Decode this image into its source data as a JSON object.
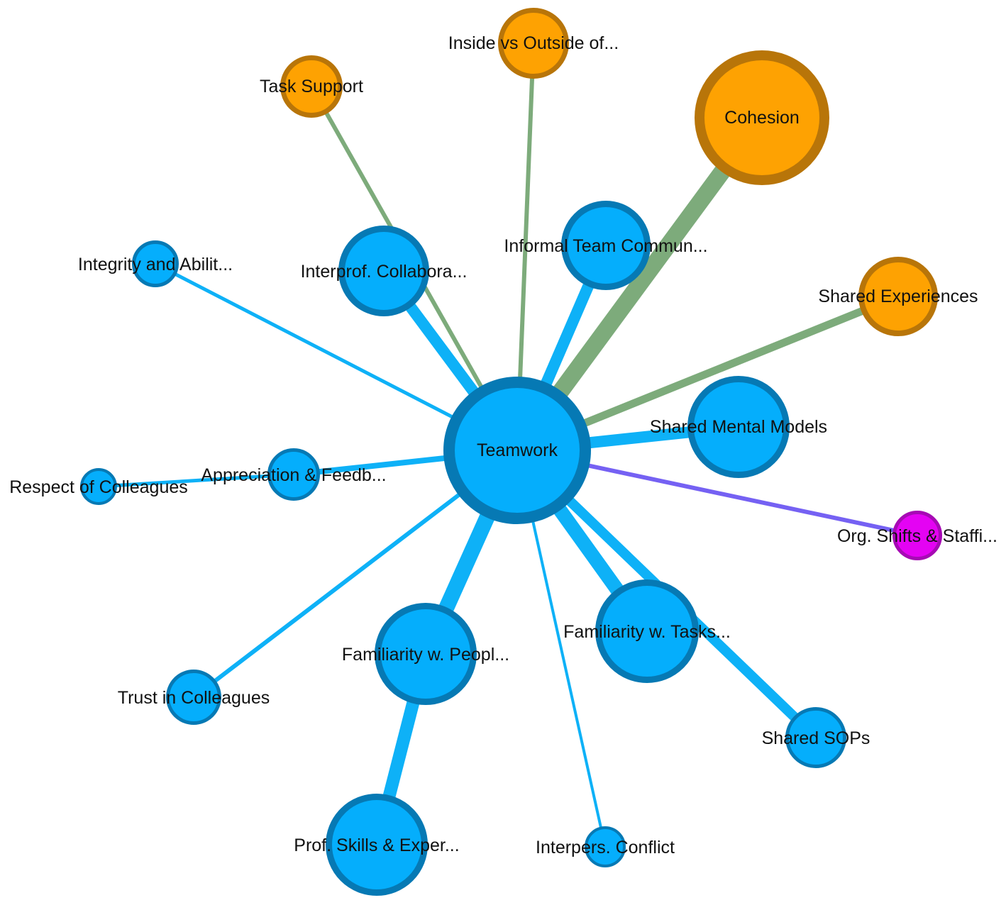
{
  "palette": {
    "blue_fill": "#05aefc",
    "blue_stroke": "#0679b4",
    "orange_fill": "#fea202",
    "orange_stroke": "#b87509",
    "magenta_fill": "#e403f3",
    "magenta_stroke": "#a60ab4",
    "edge_blue": "#0eb1f7",
    "edge_green": "#7dab7b",
    "edge_purple": "#7561f3"
  },
  "nodes": [
    {
      "id": "teamwork",
      "label": "Teamwork",
      "group": "blue"
    },
    {
      "id": "cohesion",
      "label": "Cohesion",
      "group": "orange"
    },
    {
      "id": "inside-outside",
      "label": "Inside vs Outside of...",
      "group": "orange"
    },
    {
      "id": "task-support",
      "label": "Task Support",
      "group": "orange"
    },
    {
      "id": "shared-experiences",
      "label": "Shared Experiences",
      "group": "orange"
    },
    {
      "id": "informal-team-comm",
      "label": "Informal Team Commun...",
      "group": "blue"
    },
    {
      "id": "interprof-collab",
      "label": "Interprof. Collabora...",
      "group": "blue"
    },
    {
      "id": "integrity-ability",
      "label": "Integrity and Abilit...",
      "group": "blue"
    },
    {
      "id": "shared-mental-models",
      "label": "Shared Mental Models",
      "group": "blue"
    },
    {
      "id": "appreciation-feedback",
      "label": "Appreciation & Feedb...",
      "group": "blue"
    },
    {
      "id": "respect-colleagues",
      "label": "Respect of Colleagues",
      "group": "blue"
    },
    {
      "id": "org-shifts-staffing",
      "label": "Org. Shifts & Staffi...",
      "group": "magenta"
    },
    {
      "id": "familiarity-tasks",
      "label": "Familiarity w. Tasks...",
      "group": "blue"
    },
    {
      "id": "familiarity-people",
      "label": "Familiarity w. Peopl...",
      "group": "blue"
    },
    {
      "id": "trust-colleagues",
      "label": "Trust in Colleagues",
      "group": "blue"
    },
    {
      "id": "shared-sops",
      "label": "Shared SOPs",
      "group": "blue"
    },
    {
      "id": "prof-skills",
      "label": "Prof. Skills & Exper...",
      "group": "blue"
    },
    {
      "id": "interpers-conflict",
      "label": "Interpers. Conflict",
      "group": "blue"
    }
  ],
  "edges": [
    {
      "source": "teamwork",
      "target": "cohesion",
      "color": "green"
    },
    {
      "source": "teamwork",
      "target": "inside-outside",
      "color": "green"
    },
    {
      "source": "teamwork",
      "target": "task-support",
      "color": "green"
    },
    {
      "source": "teamwork",
      "target": "shared-experiences",
      "color": "green"
    },
    {
      "source": "teamwork",
      "target": "informal-team-comm",
      "color": "blue"
    },
    {
      "source": "teamwork",
      "target": "interprof-collab",
      "color": "blue"
    },
    {
      "source": "teamwork",
      "target": "integrity-ability",
      "color": "blue"
    },
    {
      "source": "teamwork",
      "target": "shared-mental-models",
      "color": "blue"
    },
    {
      "source": "teamwork",
      "target": "appreciation-feedback",
      "color": "blue"
    },
    {
      "source": "appreciation-feedback",
      "target": "respect-colleagues",
      "color": "blue"
    },
    {
      "source": "teamwork",
      "target": "org-shifts-staffing",
      "color": "purple"
    },
    {
      "source": "teamwork",
      "target": "familiarity-tasks",
      "color": "blue"
    },
    {
      "source": "teamwork",
      "target": "shared-sops",
      "color": "blue"
    },
    {
      "source": "teamwork",
      "target": "familiarity-people",
      "color": "blue"
    },
    {
      "source": "familiarity-people",
      "target": "prof-skills",
      "color": "blue"
    },
    {
      "source": "teamwork",
      "target": "trust-colleagues",
      "color": "blue"
    },
    {
      "source": "teamwork",
      "target": "interpers-conflict",
      "color": "blue"
    }
  ]
}
